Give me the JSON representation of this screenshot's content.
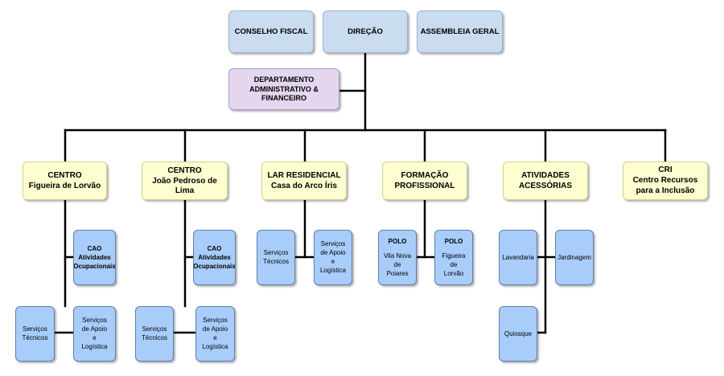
{
  "top": {
    "conselho_fiscal": "CONSELHO FISCAL",
    "direcao": "DIREÇÃO",
    "assembleia_geral": "ASSEMBLEIA GERAL"
  },
  "departamento": [
    "DEPARTAMENTO",
    "ADMINISTRATIVO & FINANCEIRO"
  ],
  "centro_lorvao": {
    "title": [
      "CENTRO",
      "Figueira de Lorvão"
    ],
    "cao": [
      "CAO",
      "Atividades",
      "Ocupacionais"
    ],
    "servicos_tecnicos": [
      "Serviços",
      "Técnicos"
    ],
    "servicos_apoio": [
      "Serviços",
      "de Apoio",
      "e",
      "Logística"
    ]
  },
  "centro_lima": {
    "title": [
      "CENTRO",
      "João Pedroso de Lima"
    ],
    "cao": [
      "CAO",
      "Atividades",
      "Ocupacionais"
    ],
    "servicos_tecnicos": [
      "Serviços",
      "Técnicos"
    ],
    "servicos_apoio": [
      "Serviços",
      "de Apoio",
      "e",
      "Logística"
    ]
  },
  "lar": {
    "title": [
      "LAR RESIDENCIAL",
      "Casa do Arco Íris"
    ],
    "servicos_tecnicos": [
      "Serviços",
      "Técnicos"
    ],
    "servicos_apoio": [
      "Serviços",
      "de Apoio",
      "e",
      "Logística"
    ]
  },
  "formacao": {
    "title": [
      "FORMAÇÃO",
      "PROFISSIONAL"
    ],
    "polo_poiares": [
      "POLO",
      "",
      "Vila Nova",
      "de",
      "Poiares"
    ],
    "polo_lorvao": [
      "POLO",
      "",
      "Figueira",
      "de",
      "Lorvão"
    ]
  },
  "atividades": {
    "title": [
      "ATIVIDADES",
      "ACESSÓRIAS"
    ],
    "lavandaria": "Lavandaria",
    "jardinagem": "Jardinagem",
    "quiosque": "Quiosque"
  },
  "cri": {
    "title": [
      "CRI",
      "Centro Recursos",
      "para a Inclusão"
    ]
  }
}
